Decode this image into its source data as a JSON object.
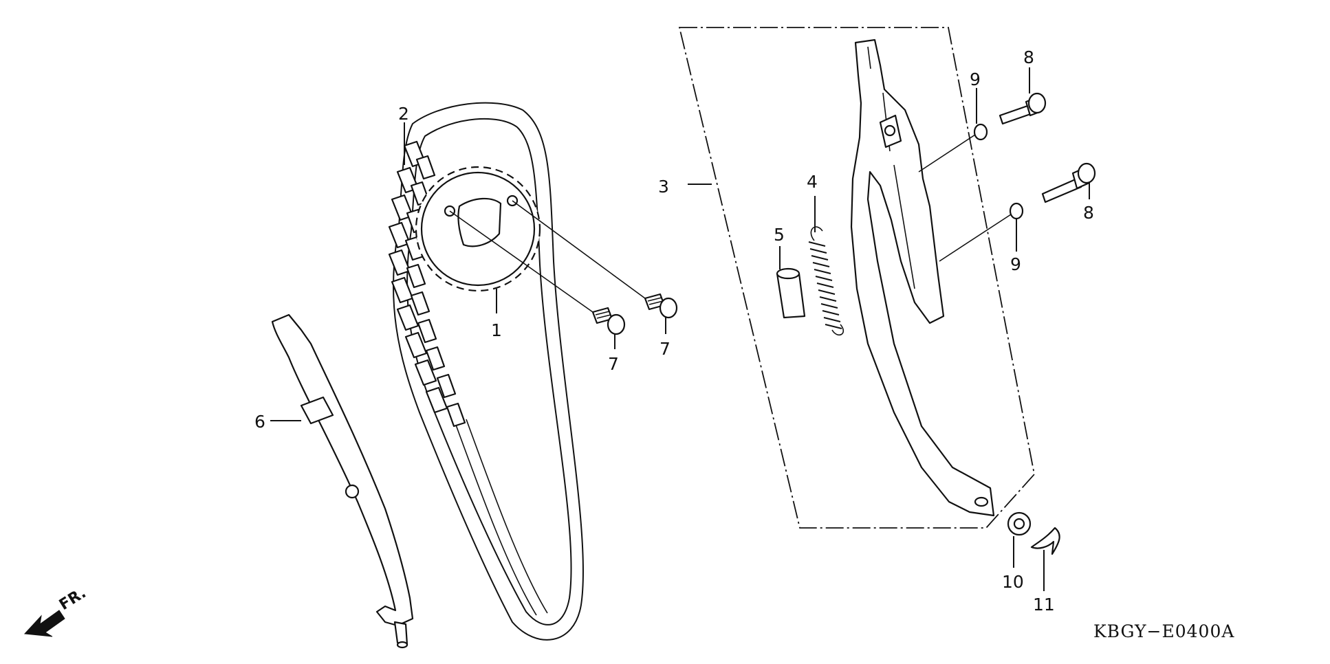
{
  "diagram_code": "KBGY−E0400A",
  "direction_label": "FR.",
  "callouts": {
    "c1": "1",
    "c2": "2",
    "c3": "3",
    "c4": "4",
    "c5": "5",
    "c6": "6",
    "c7a": "7",
    "c7b": "7",
    "c8a": "8",
    "c8b": "8",
    "c9a": "9",
    "c9b": "9",
    "c10": "10",
    "c11": "11"
  }
}
